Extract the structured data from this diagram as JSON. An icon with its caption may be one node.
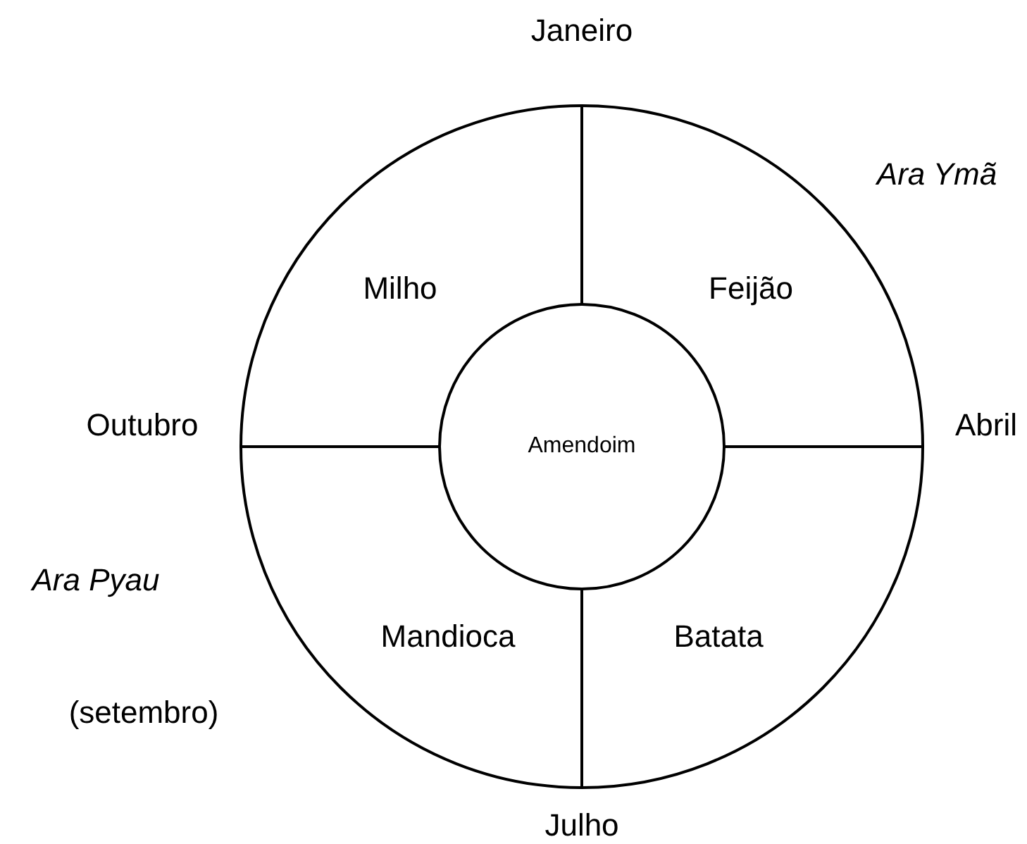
{
  "diagram": {
    "nodes": [
      {
        "text": [],
        "shape": "circle"
      },
      {
        "text": [
          "Amendoim"
        ],
        "in": 0
      }
    ],
    "labels": [
      "Janeiro",
      "Ara Ymã",
      "Milho",
      "Feijão",
      "Outubro",
      "Abril",
      "Ara Pyau",
      "Mandioca",
      "Batata",
      "(setembro)",
      "Julho"
    ]
  }
}
